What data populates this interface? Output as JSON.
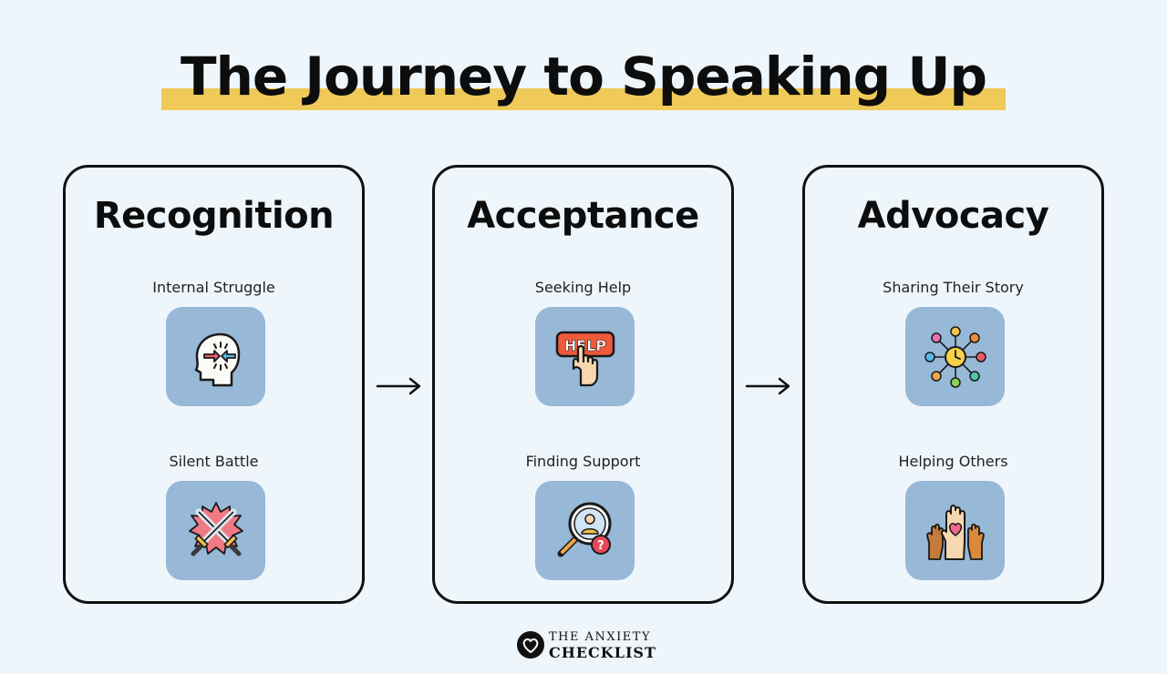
{
  "title": "The Journey to Speaking Up",
  "stages": [
    {
      "title": "Recognition",
      "items": [
        {
          "label": "Internal Struggle",
          "icon": "head-conflict-icon"
        },
        {
          "label": "Silent Battle",
          "icon": "crossed-swords-icon"
        }
      ]
    },
    {
      "title": "Acceptance",
      "items": [
        {
          "label": "Seeking Help",
          "icon": "help-button-icon",
          "icon_text": "HELP"
        },
        {
          "label": "Finding Support",
          "icon": "magnifier-person-icon",
          "icon_text": "?"
        }
      ]
    },
    {
      "title": "Advocacy",
      "items": [
        {
          "label": "Sharing Their Story",
          "icon": "people-network-icon"
        },
        {
          "label": "Helping Others",
          "icon": "raised-hands-heart-icon"
        }
      ]
    }
  ],
  "footer": {
    "line1": "THE ANXIETY",
    "line2": "CHECKLIST"
  },
  "colors": {
    "background": "#eef5fb",
    "highlight": "#efca58",
    "tile": "#97b8d6",
    "ink": "#111111"
  }
}
